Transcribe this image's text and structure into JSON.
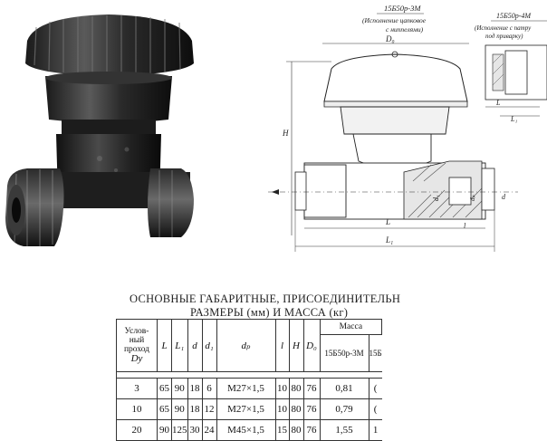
{
  "drawing": {
    "label_left_model": "15Б50р-3М",
    "label_left_note_1": "(Исполнение цапковое",
    "label_left_note_2": "с ниппелями)",
    "label_right_model": "15Б50р-4М",
    "label_right_note_1": "(Исполнение с патру",
    "label_right_note_2": "под приварку)",
    "dim_D0": "D₀",
    "dim_H": "H",
    "dim_L": "L",
    "dim_L1": "L₁",
    "dim_l": "l",
    "dim_d": "d",
    "dim_d1": "d₁",
    "dim_dp": "dₚ"
  },
  "table": {
    "title_line1": "ОСНОВНЫЕ ГАБАРИТНЫЕ, ПРИСОЕДИНИТЕЛЬН",
    "title_line2": "РАЗМЕРЫ (мм) И МАССА (кг)",
    "headers": {
      "dy_line1": "Услов-",
      "dy_line2": "ный",
      "dy_line3": "проход",
      "dy_line4": "Dу",
      "L": "L",
      "L1": "L₁",
      "d": "d",
      "d1": "d₁",
      "dp": "dₚ",
      "l": "l",
      "H": "H",
      "D0": "D₀",
      "massa": "Масса",
      "massa_col1": "15Б50р-3М",
      "massa_col2": "15Б"
    },
    "rows": [
      {
        "dy": "3",
        "L": "65",
        "L1": "90",
        "d": "18",
        "d1": "6",
        "dp": "M27×1,5",
        "l": "10",
        "H": "80",
        "D0": "76",
        "m1": "0,81",
        "m2": "("
      },
      {
        "dy": "10",
        "L": "65",
        "L1": "90",
        "d": "18",
        "d1": "12",
        "dp": "M27×1,5",
        "l": "10",
        "H": "80",
        "D0": "76",
        "m1": "0,79",
        "m2": "("
      },
      {
        "dy": "20",
        "L": "90",
        "L1": "125",
        "d": "30",
        "d1": "24",
        "dp": "M45×1,5",
        "l": "15",
        "H": "80",
        "D0": "76",
        "m1": "1,55",
        "m2": "1"
      }
    ]
  }
}
